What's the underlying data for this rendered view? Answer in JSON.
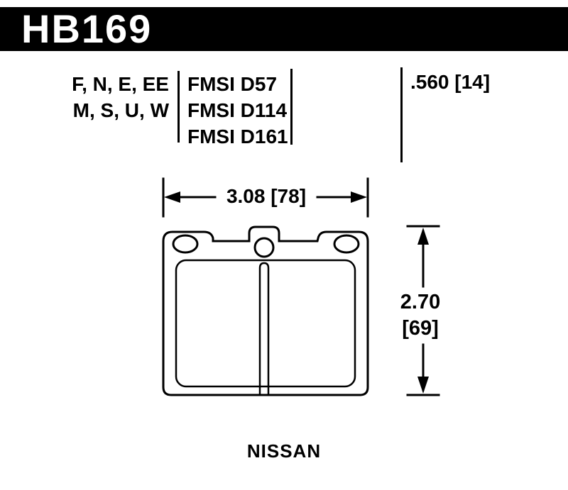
{
  "header": {
    "part_number": "HB169"
  },
  "spec_table": {
    "compound_codes": [
      "F, N, E, EE",
      "M, S, U, W"
    ],
    "fmsi_numbers": [
      "FMSI D57",
      "FMSI D114",
      "FMSI D161"
    ],
    "pad_thickness": ".560 [14]"
  },
  "dimensions": {
    "width": "3.08 [78]",
    "height_in": "2.70",
    "height_mm": "[69]"
  },
  "footer": {
    "make": "NISSAN"
  },
  "colors": {
    "ink": "#000000",
    "background": "#ffffff",
    "header_bg": "#000000",
    "header_fg": "#ffffff"
  }
}
